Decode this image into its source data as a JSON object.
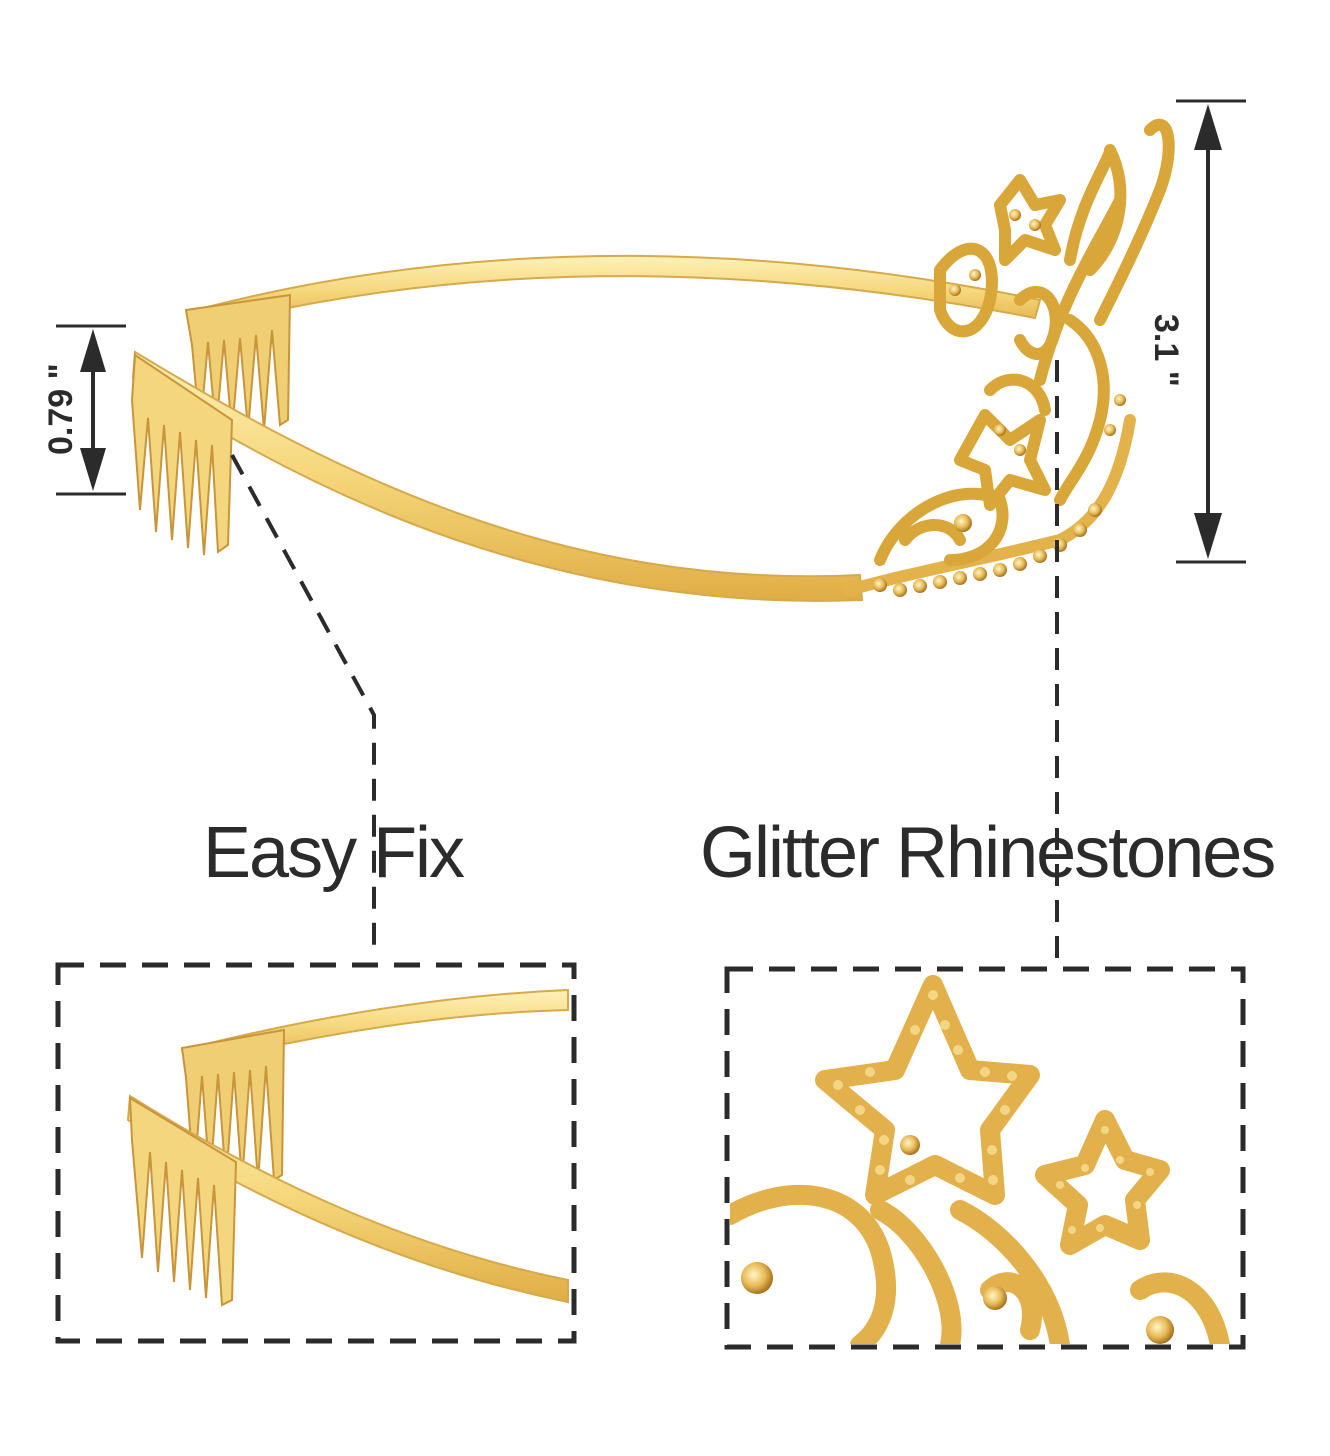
{
  "dimensions": {
    "height_label": "3.1 \"",
    "comb_label": "0.79 \""
  },
  "callouts": {
    "easy_fix": "Easy Fix",
    "glitter": "Glitter Rhinestones"
  },
  "colors": {
    "gold": "#f3d57a",
    "gold_dark": "#d9a63a",
    "ink": "#2b2b2b"
  }
}
